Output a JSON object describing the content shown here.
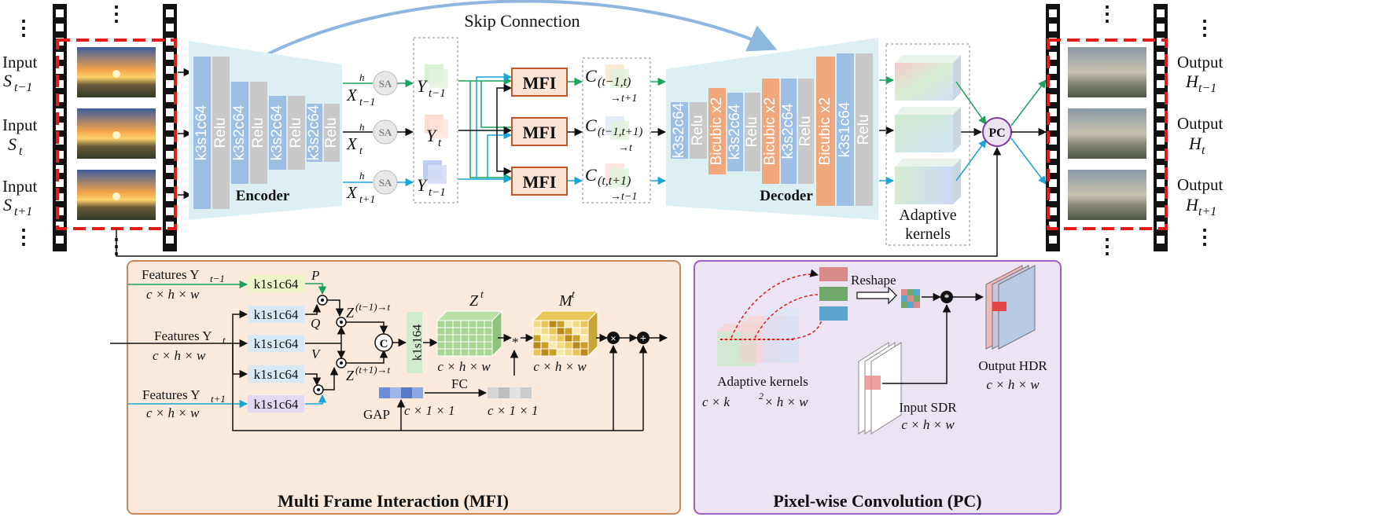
{
  "top": {
    "skip_connection": "Skip Connection",
    "input_word": "Input",
    "output_word": "Output",
    "inputs": [
      "S",
      "S",
      "S"
    ],
    "input_subs": [
      "t−1",
      "t",
      "t+1"
    ],
    "outputs": [
      "H",
      "H",
      "H"
    ],
    "output_subs": [
      "t−1",
      "t",
      "t+1"
    ],
    "encoder_label": "Encoder",
    "decoder_label": "Decoder",
    "encoder_layers": [
      "k3s1c64",
      "Relu",
      "k3s2c64",
      "Relu",
      "k3s2c64",
      "Relu",
      "k3s2c64",
      "Relu"
    ],
    "decoder_layers": [
      "k3s2c64",
      "Relu",
      "Bicubic x2",
      "k3s2c64",
      "Relu",
      "Bicubic x2",
      "k3s2c64",
      "Relu",
      "Bicubic x2",
      "k3s1c64",
      "Relu"
    ],
    "x_labels": [
      "X",
      "X",
      "X"
    ],
    "x_subs": [
      "t−1",
      "t",
      "t+1"
    ],
    "x_sup": "h",
    "sa_label": "SA",
    "y_labels": [
      "Y",
      "Y",
      "Y"
    ],
    "y_subs": [
      "t−1",
      "t",
      "t−1"
    ],
    "mfi_label": "MFI",
    "c_labels": [
      {
        "main": "C",
        "sub": "(t−1,t)",
        "tail": "→t+1"
      },
      {
        "main": "C",
        "sub": "(t−1,t+1)",
        "tail": "→t"
      },
      {
        "main": "C",
        "sub": "(t,t+1)",
        "tail": "→t−1"
      }
    ],
    "adaptive_kernels": [
      "Adaptive",
      "kernels"
    ],
    "pc_label": "PC"
  },
  "mfi_panel": {
    "title": "Multi Frame Interaction (MFI)",
    "features_prev": "Features Y",
    "features_prev_sub": "t−1",
    "features_cur": "Features Y",
    "features_cur_sub": "t",
    "features_next": "Features Y",
    "features_next_sub": "t+1",
    "dims": "c ×  h  × w",
    "conv_labels": [
      "k1s1c64",
      "k1s1c64",
      "k1s1c64",
      "k1s1c64",
      "k1s1c64"
    ],
    "k1s164": "k1s164",
    "p": "P",
    "q": "Q",
    "v": "V",
    "z_prev": "Z",
    "z_prev_sup": "(t−1)→t",
    "z_next": "Z",
    "z_next_sup": "(t+1)→t",
    "concat": "C",
    "zt": "Z",
    "zt_sup": "t",
    "mt": "M",
    "mt_sup": "t",
    "chw": "c × h × w",
    "c11": "c × 1 × 1",
    "gap": "GAP",
    "fc": "FC",
    "star": "*"
  },
  "pc_panel": {
    "title": "Pixel-wise Convolution (PC)",
    "reshape": "Reshape",
    "adaptive_kernels": "Adaptive kernels",
    "adaptive_dims": "c  ×  k",
    "adaptive_dims_sup": "2",
    "adaptive_dims_tail": " × h  × w",
    "input_sdr": "Input SDR",
    "input_dims": "c ×  h  × w",
    "output_hdr": "Output HDR",
    "output_dims": "c  ×  h  × w"
  },
  "colors": {
    "blue_layer": "#9dbfe3",
    "gray_layer": "#c9c9c9",
    "orange_layer": "#f0a77c",
    "mfi_fill": "#fbe3d3",
    "mfi_border": "#c0572a",
    "panel_mfi": "#fbeadb",
    "panel_pc": "#ece3f3",
    "red_dash": "#e11a1a",
    "green_arrow": "#1aa35a",
    "cyan_arrow": "#1aa5d8"
  }
}
